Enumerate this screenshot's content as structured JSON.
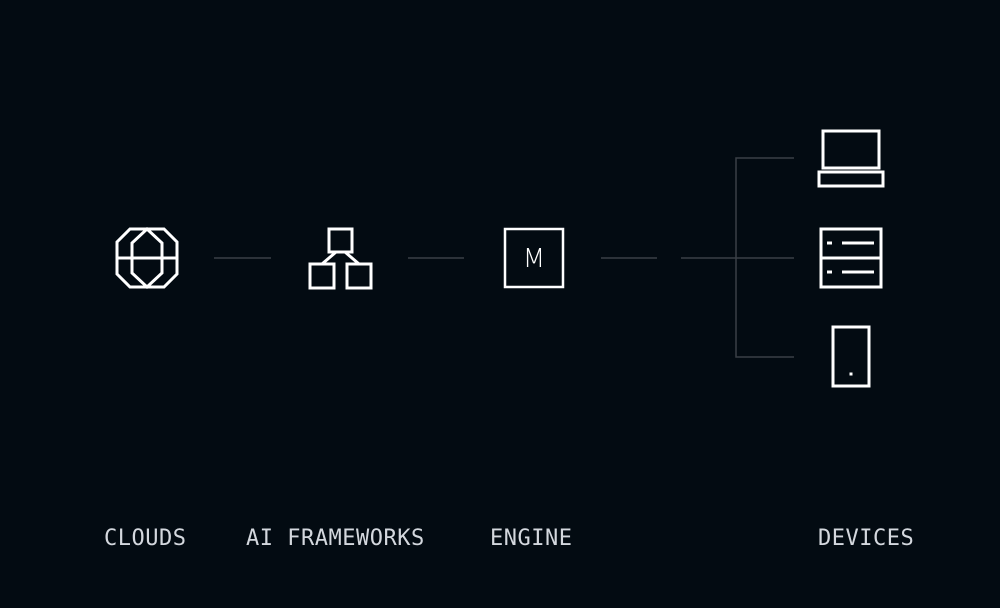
{
  "labels": {
    "clouds": "CLOUDS",
    "ai_frameworks": "AI FRAMEWORKS",
    "engine": "ENGINE",
    "devices": "DEVICES"
  },
  "engine_logo_letter": "M",
  "icons": {
    "clouds": "globe-icon",
    "ai_frameworks": "hierarchy-blocks-icon",
    "engine": "engine-logo-icon",
    "devices": [
      "laptop-icon",
      "server-icon",
      "phone-icon"
    ]
  },
  "colors": {
    "background": "#030b12",
    "icon_stroke": "#ffffff",
    "connector": "#3a4046",
    "label_text": "#d4d8de"
  }
}
